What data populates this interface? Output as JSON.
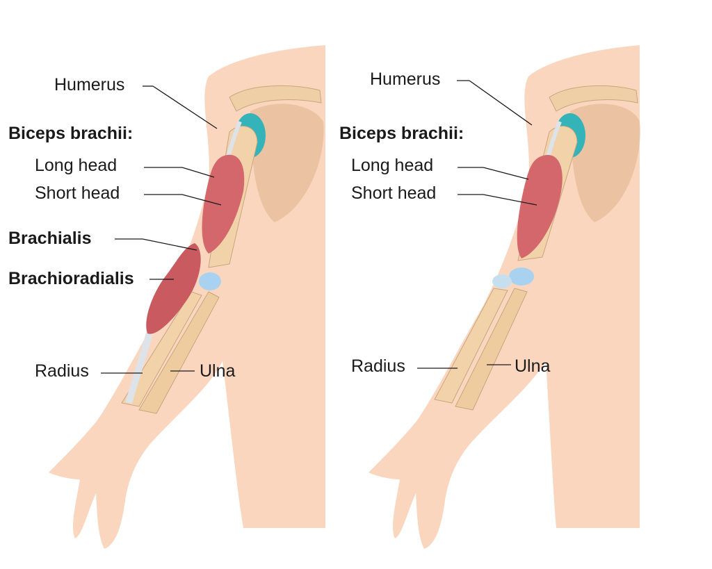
{
  "panels": [
    {
      "labels": {
        "humerus": "Humerus",
        "biceps_heading": "Biceps brachii:",
        "long_head": "Long head",
        "short_head": "Short head",
        "brachialis": "Brachialis",
        "brachioradialis": "Brachioradialis",
        "radius": "Radius",
        "ulna": "Ulna"
      }
    },
    {
      "labels": {
        "humerus": "Humerus",
        "biceps_heading": "Biceps brachii:",
        "long_head": "Long head",
        "short_head": "Short head",
        "radius": "Radius",
        "ulna": "Ulna"
      }
    }
  ],
  "colors": {
    "skin": "#fbd6bf",
    "bone": "#f2d2a8",
    "muscle": "#d4676b",
    "tendon": "#dde3e8",
    "cartilage": "#34b4b8",
    "joint": "#a9d2f0"
  }
}
